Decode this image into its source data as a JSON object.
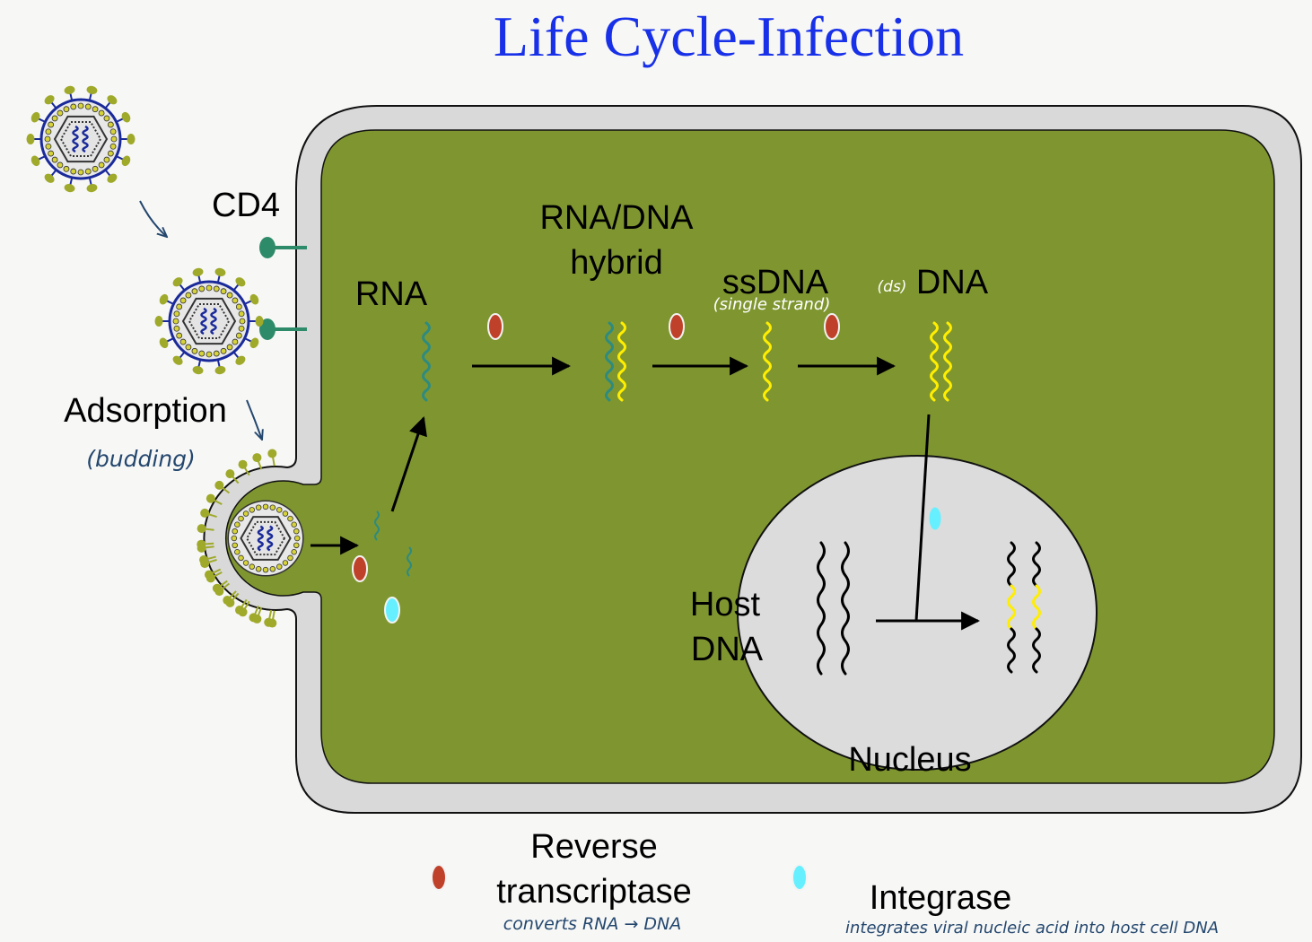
{
  "title": "Life Cycle-Infection",
  "labels": {
    "cd4": "CD4",
    "adsorption": "Adsorption",
    "budding_note": "(budding)",
    "rna": "RNA",
    "rna_dna_hybrid_line1": "RNA/DNA",
    "rna_dna_hybrid_line2": "hybrid",
    "ssdna": "ssDNA",
    "ssdna_note": "(single strand)",
    "ds_note": "(ds)",
    "dna": "DNA",
    "host_dna_line1": "Host",
    "host_dna_line2": "DNA",
    "nucleus": "Nucleus"
  },
  "legend": {
    "reverse_transcriptase_line1": "Reverse",
    "reverse_transcriptase_line2": "transcriptase",
    "reverse_transcriptase_note": "converts RNA → DNA",
    "integrase": "Integrase",
    "integrase_note": "integrates viral nucleic acid into host cell DNA"
  },
  "colors": {
    "title": "#1730e8",
    "cytoplasm": "#7f9630",
    "membrane": "#d9d9d9",
    "nucleus": "#dcdcdc",
    "viral_rna": "#2e8b7f",
    "viral_dna": "#ffee00",
    "host_dna": "#000000",
    "reverse_transcriptase": "#c0412a",
    "integrase": "#66f0ff",
    "cd4_receptor": "#2e8b6a",
    "handwriting": "#24476e"
  }
}
